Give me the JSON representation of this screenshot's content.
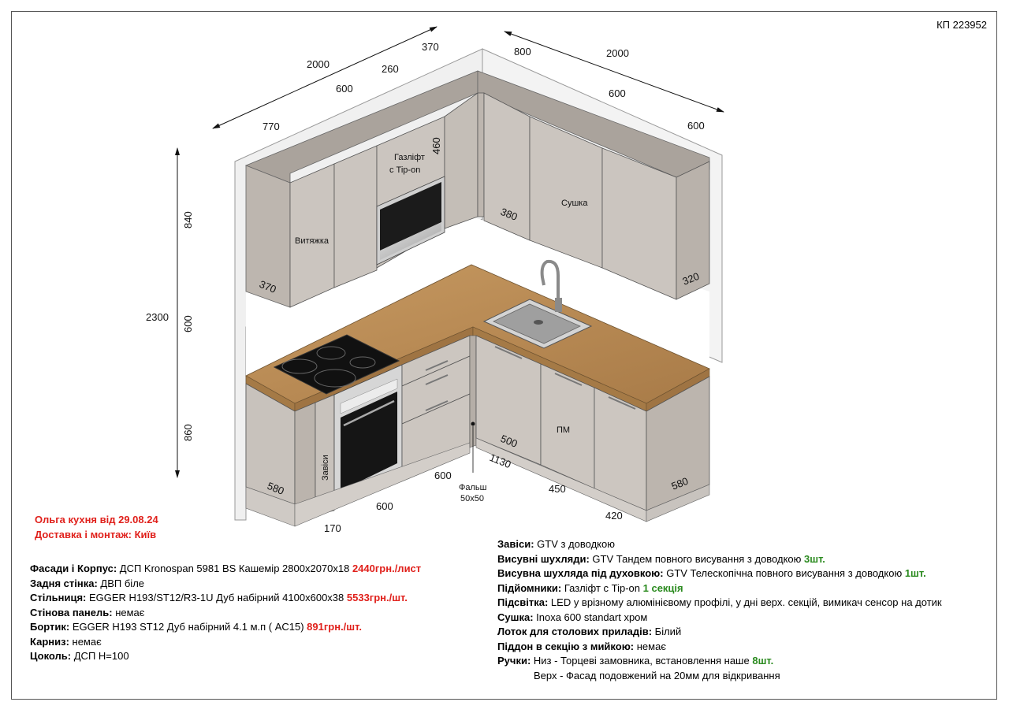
{
  "project_code": "КП 223952",
  "client": {
    "line1": "Ольга кухня від 29.08.24",
    "line2": "Доставка і монтаж: Київ"
  },
  "dimensions": {
    "top_left_total": "2000",
    "top_left_770": "770",
    "top_left_600": "600",
    "top_left_260": "260",
    "top_corner_370": "370",
    "top_right_800": "800",
    "top_right_total": "2000",
    "top_right_600a": "600",
    "top_right_600b": "600",
    "height_total": "2300",
    "height_upper": "840",
    "height_middle": "600",
    "height_lower": "860",
    "upper_depth_left": "370",
    "oven_tall_460": "460",
    "upper_corner_380": "380",
    "upper_right_320": "320",
    "base_left_580": "580",
    "base_170": "170",
    "base_600a": "600",
    "base_600b": "600",
    "base_500": "500",
    "base_1130": "1130",
    "base_450": "450",
    "base_420": "420",
    "base_right_580": "580"
  },
  "labels": {
    "hood": "Витяжка",
    "gaslift_1": "Газліфт",
    "gaslift_2": "с Tip-on",
    "dryer": "Сушка",
    "dishwasher": "ПМ",
    "hinges": "Завіси",
    "falsh_1": "Фальш",
    "falsh_2": "50х50"
  },
  "spec_left": [
    {
      "key": "Фасади і Корпус:",
      "text": " ДСП Kronospan 5981 BS Кашемір 2800х2070х18 ",
      "accent": "2440грн./лист",
      "accent_color": "red"
    },
    {
      "key": "Задня стінка:",
      "text": " ДВП біле",
      "accent": "",
      "accent_color": ""
    },
    {
      "key": "Стільниця:",
      "text": " EGGER H193/ST12/R3-1U Дуб набірний 4100х600х38 ",
      "accent": "5533грн./шт.",
      "accent_color": "red"
    },
    {
      "key": "Стінова панель:",
      "text": " немає",
      "accent": "",
      "accent_color": ""
    },
    {
      "key": "Бортик:",
      "text": " EGGER H193 ST12 Дуб набірний 4.1 м.п ( AC15) ",
      "accent": "891грн./шт.",
      "accent_color": "red"
    },
    {
      "key": "Карниз:",
      "text": " немає",
      "accent": "",
      "accent_color": ""
    },
    {
      "key": "Цоколь:",
      "text": " ДСП Н=100",
      "accent": "",
      "accent_color": ""
    }
  ],
  "spec_right": [
    {
      "key": "Завіси:",
      "text": " GTV з доводкою",
      "accent": "",
      "accent_color": ""
    },
    {
      "key": "Висувні шухляди:",
      "text": " GTV Тандем повного висування з доводкою ",
      "accent": "3шт.",
      "accent_color": "green"
    },
    {
      "key": "Висувна шухляда під духовкою:",
      "text": " GTV Телескопічна повного висування з доводкою ",
      "accent": "1шт.",
      "accent_color": "green"
    },
    {
      "key": "Підйомники:",
      "text": " Газліфт с Tip-on ",
      "accent": "1 секція",
      "accent_color": "green"
    },
    {
      "key": "Підсвітка:",
      "text": " LED у врізному алюмінієвому профілі, у дні верх. секцій, вимикач сенсор на дотик",
      "accent": "",
      "accent_color": ""
    },
    {
      "key": "Сушка:",
      "text": " Inoxa 600 standart хром",
      "accent": "",
      "accent_color": ""
    },
    {
      "key": "Лоток для столових приладів:",
      "text": " Білий",
      "accent": "",
      "accent_color": ""
    },
    {
      "key": "Піддон в секцію з мийкою:",
      "text": " немає",
      "accent": "",
      "accent_color": ""
    },
    {
      "key": "Ручки:",
      "text": " Низ - Торцеві замовника, встановлення наше ",
      "accent": "8шт.",
      "accent_color": "green"
    }
  ],
  "spec_right_extra": "Верх - Фасад подовжений на 20мм для відкривання",
  "colors": {
    "cabinet": "#c9c3bd",
    "cabinet_dark": "#b7b0a9",
    "cabinet_top": "#b3aca6",
    "countertop": "#b68a55",
    "wall": "#f2f2f2",
    "accent_red": "#e0201b",
    "accent_green": "#2a8a1e"
  }
}
